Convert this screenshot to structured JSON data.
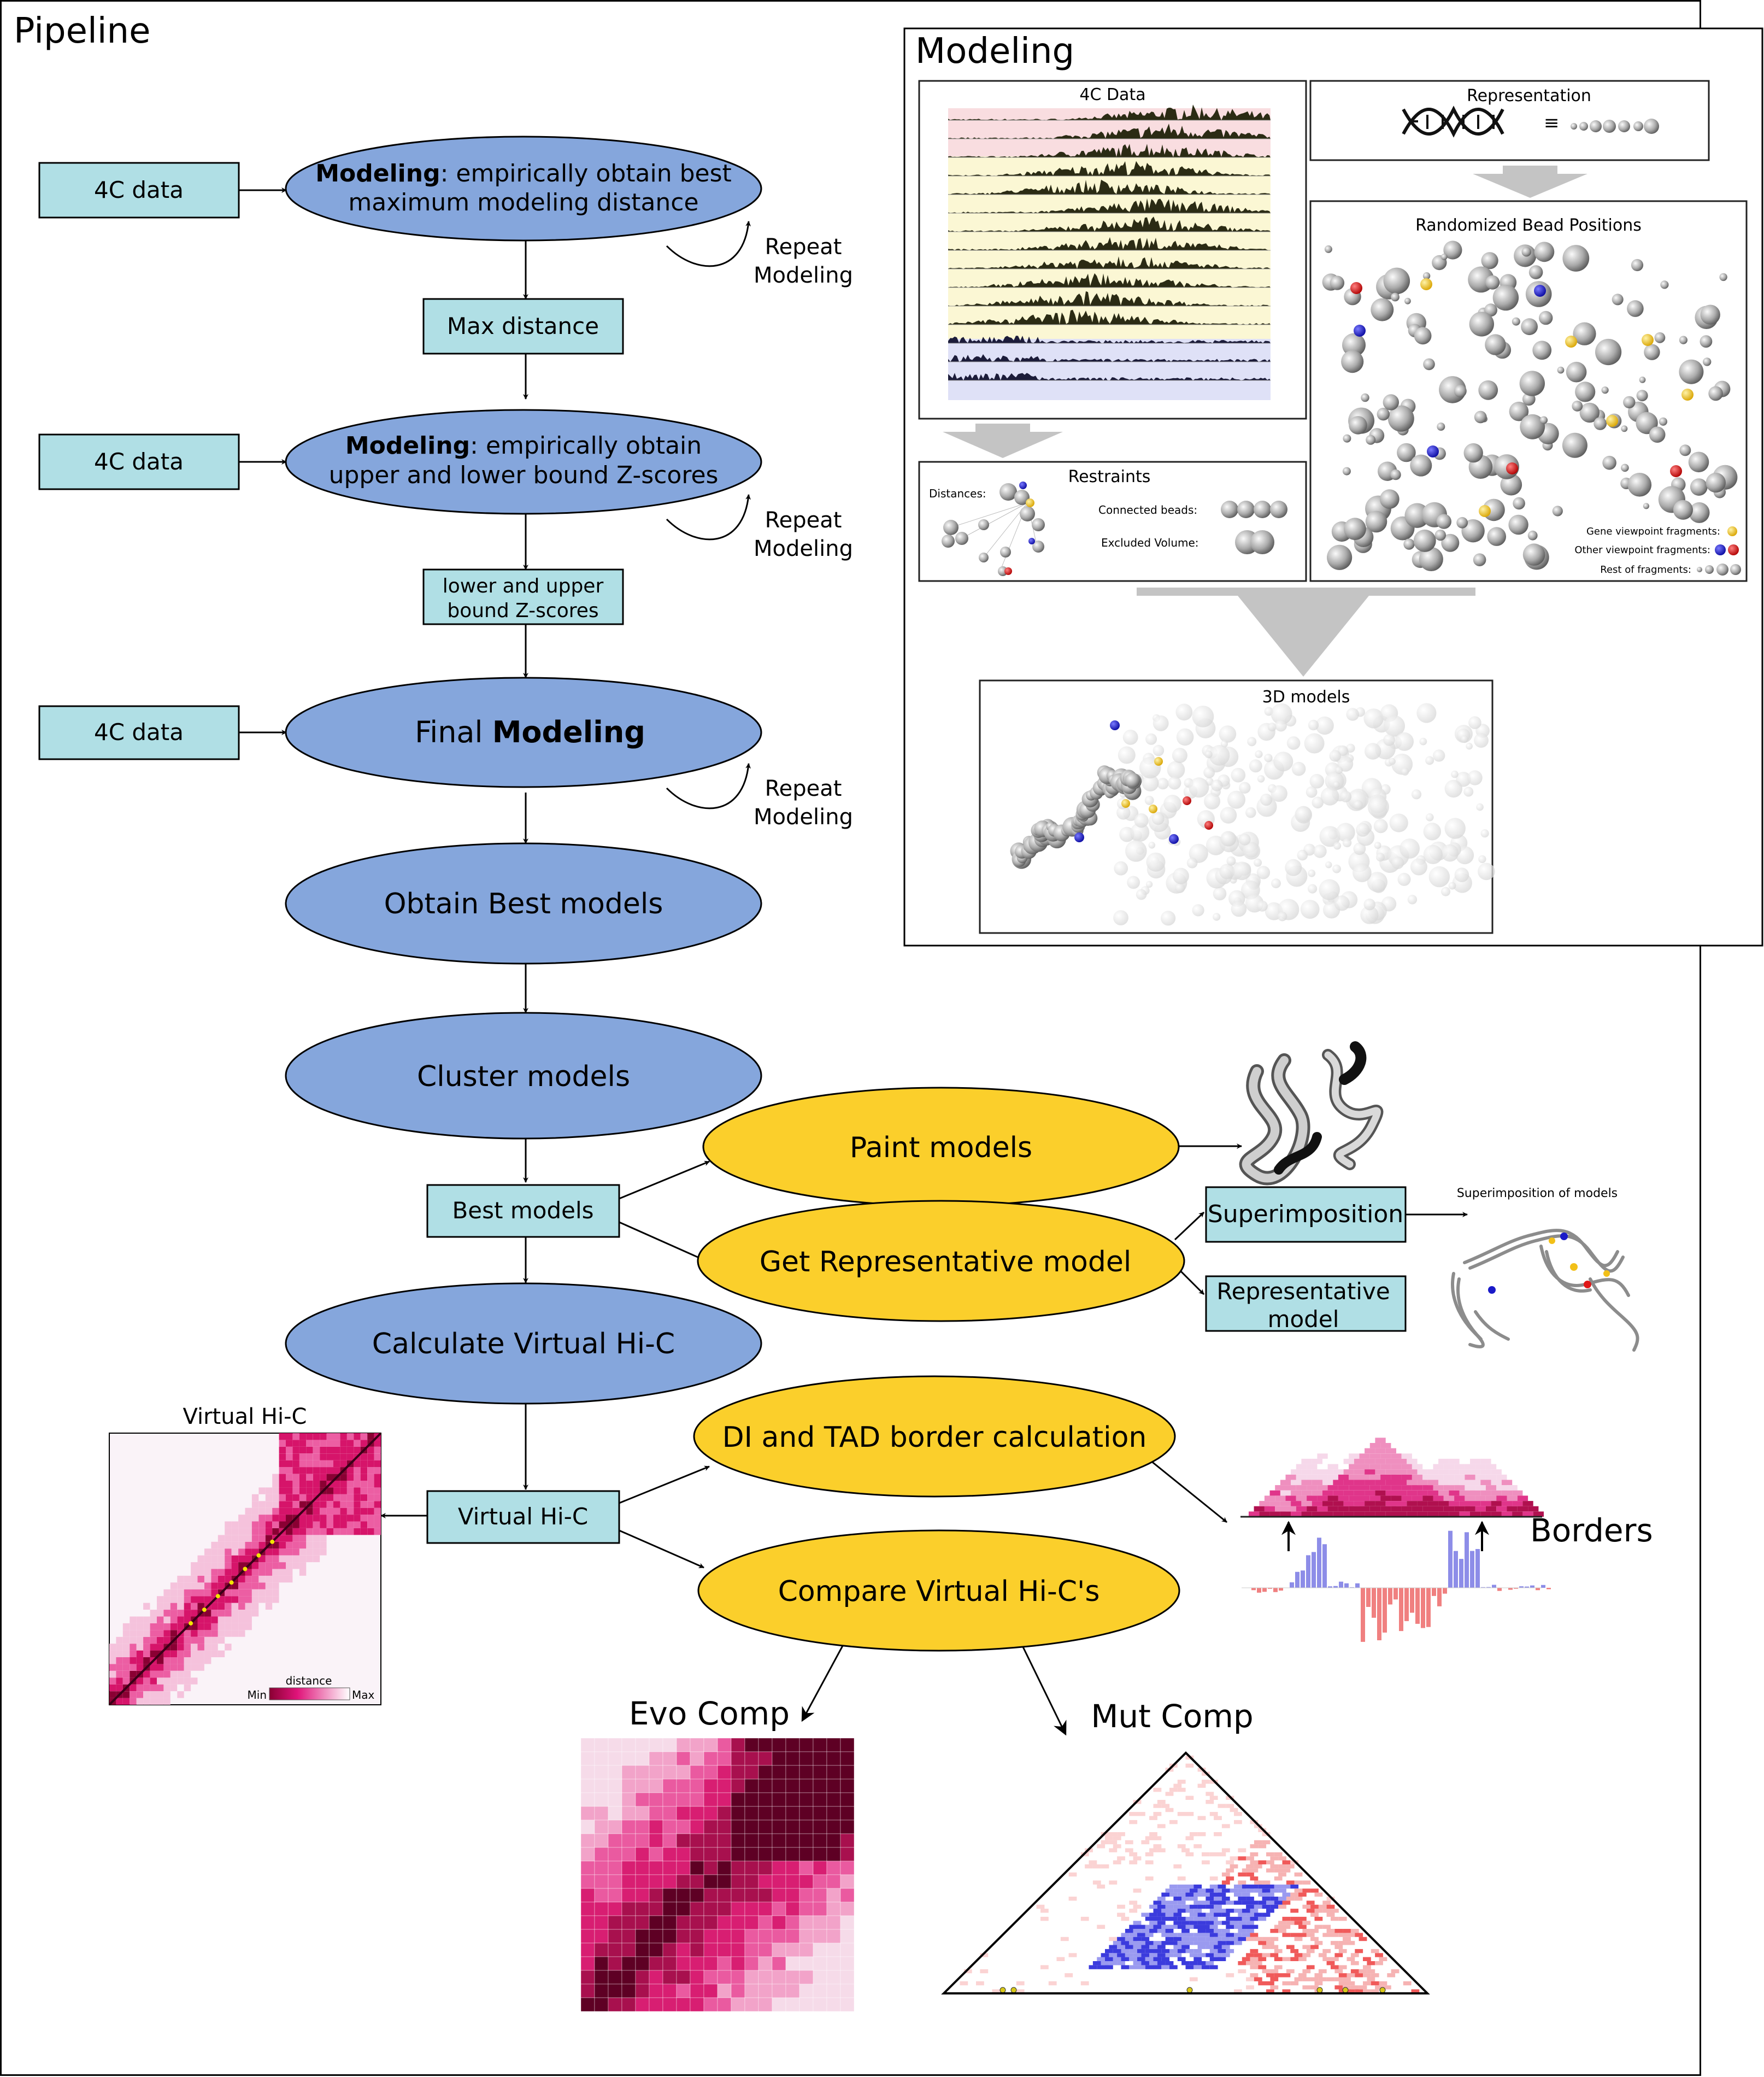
{
  "pipeline": {
    "title": "Pipeline",
    "inputs": {
      "data1": "4C data",
      "data2": "4C data",
      "data3": "4C data"
    },
    "steps": {
      "modeling1": {
        "bold": "Modeling",
        "rest": ": empirically obtain best",
        "line2": "maximum modeling distance"
      },
      "modeling2": {
        "bold": "Modeling",
        "rest": ": empirically obtain",
        "line2": "upper and lower bound Z-scores"
      },
      "modeling3": {
        "pre": "Final ",
        "bold": "Modeling"
      },
      "best_models": "Obtain Best models",
      "cluster": "Cluster models",
      "virtual_hic": "Calculate Virtual Hi-C"
    },
    "outputs": {
      "max_distance": "Max distance",
      "zscores_line1": "lower and upper",
      "zscores_line2": "bound Z-scores",
      "best_models_box": "Best models",
      "virtual_hic_box": "Virtual Hi-C",
      "superimposition": "Superimposition",
      "rep_line1": "Representative",
      "rep_line2": "model"
    },
    "repeat": {
      "line1": "Repeat",
      "line2": "Modeling"
    },
    "analyses": {
      "paint": "Paint models",
      "representative": "Get Representative model",
      "di_tad": "DI and TAD border calculation",
      "compare": "Compare Virtual Hi-C's"
    },
    "figures": {
      "virtual_hic_title": "Virtual Hi-C",
      "legend_title": "distance",
      "legend_min": "Min",
      "legend_max": "Max",
      "superimposition_title": "Superimposition of models",
      "borders": "Borders",
      "evo_comp": "Evo Comp",
      "mut_comp": "Mut Comp"
    }
  },
  "modeling_panel": {
    "title": "Modeling",
    "data_4c": "4C Data",
    "representation": "Representation",
    "equiv_symbol": "≡",
    "randomized": "Randomized Bead Positions",
    "restraints": "Restraints",
    "distances": "Distances:",
    "connected_beads": "Connected beads:",
    "excluded_volume": "Excluded Volume:",
    "legend_gene": "Gene viewpoint fragments:",
    "legend_other": "Other viewpoint fragments:",
    "legend_rest": "Rest of fragments:",
    "models_3d": "3D models"
  },
  "colors": {
    "blue_ellipse": "#85a6dc",
    "yellow_ellipse": "#fbcf2b",
    "box": "#b0dfe5",
    "hic": "#d6146a",
    "gene_fragment": "#f2c018",
    "other_fragment_blue": "#1a1ac8",
    "other_fragment_red": "#e01818"
  }
}
